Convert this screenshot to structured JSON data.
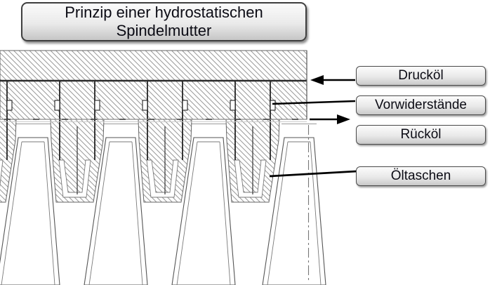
{
  "title": {
    "line1": "Prinzip einer hydrostatischen",
    "line2": "Spindelmutter"
  },
  "labels": {
    "druckoel": {
      "text": "Drucköl",
      "pointer": "arrow-left-into-drawing"
    },
    "vorwiderstaende": {
      "text": "Vorwiderstände",
      "pointer": "leader-line"
    },
    "rueckoel": {
      "text": "Rücköl",
      "pointer": "arrow-right-out-of-drawing"
    },
    "oeltaschen": {
      "text": "Öltaschen",
      "pointer": "leader-line"
    }
  },
  "diagram": {
    "type": "technical-section-drawing",
    "subject": "hydrostatic spindle nut cross-section",
    "features": [
      "hatched nut body with pressure-oil gallery line",
      "vertical restrictor capillaries (Vorwiderstände)",
      "oil gap / return oil line (Rücköl)",
      "oil pockets (Öltaschen) in nut thread flanks",
      "white spindle thread teeth",
      "dash-dot section axis line at right edge"
    ]
  },
  "colors": {
    "background": "#ffffff",
    "box_fill_top": "#fcfcfc",
    "box_fill_bottom": "#c9c9c9",
    "box_border": "#4a4a4a",
    "text": "#0b0b14",
    "hatch": "#9a9a9a",
    "outline": "#666666",
    "heavy_line": "#222222"
  }
}
